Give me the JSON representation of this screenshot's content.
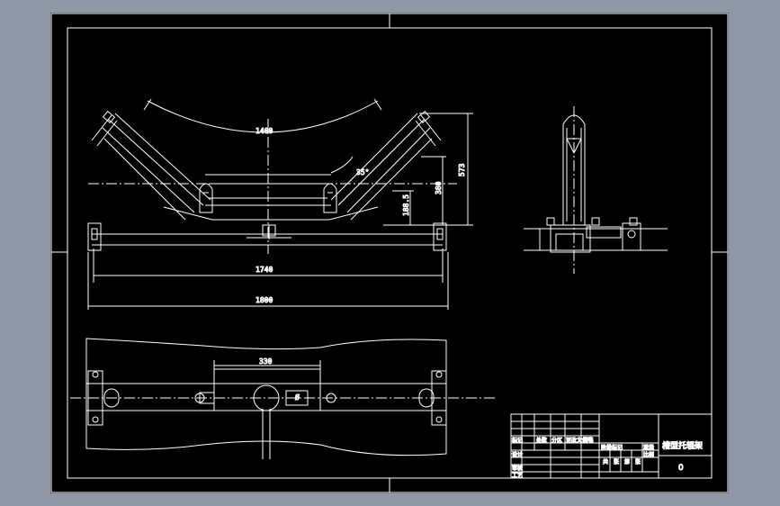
{
  "drawing": {
    "background": "#8e97a6",
    "paper": "#000000",
    "line": "#ffffff",
    "front_view": {
      "dim_top_width": "1400",
      "dim_angle": "35°",
      "dim_height_right": "573",
      "dim_height_mid": "380",
      "dim_height_left": "188.5",
      "dim_inner_span": "1740",
      "dim_total_span": "1800"
    },
    "plan_view": {
      "dim_center_width": "330",
      "dim_center_small": "Ø"
    },
    "title_block": {
      "drawing_title": "槽型托辊架",
      "sheet_number": "0",
      "row_labels": [
        "标记",
        "处数",
        "分区",
        "更改文件号",
        "签名"
      ],
      "row_labels2": [
        "设计",
        "审核",
        "工艺"
      ],
      "cell_labels": [
        "阶段标记",
        "重量",
        "比例"
      ],
      "small_marks": [
        "共",
        "张",
        "第",
        "张"
      ]
    }
  }
}
